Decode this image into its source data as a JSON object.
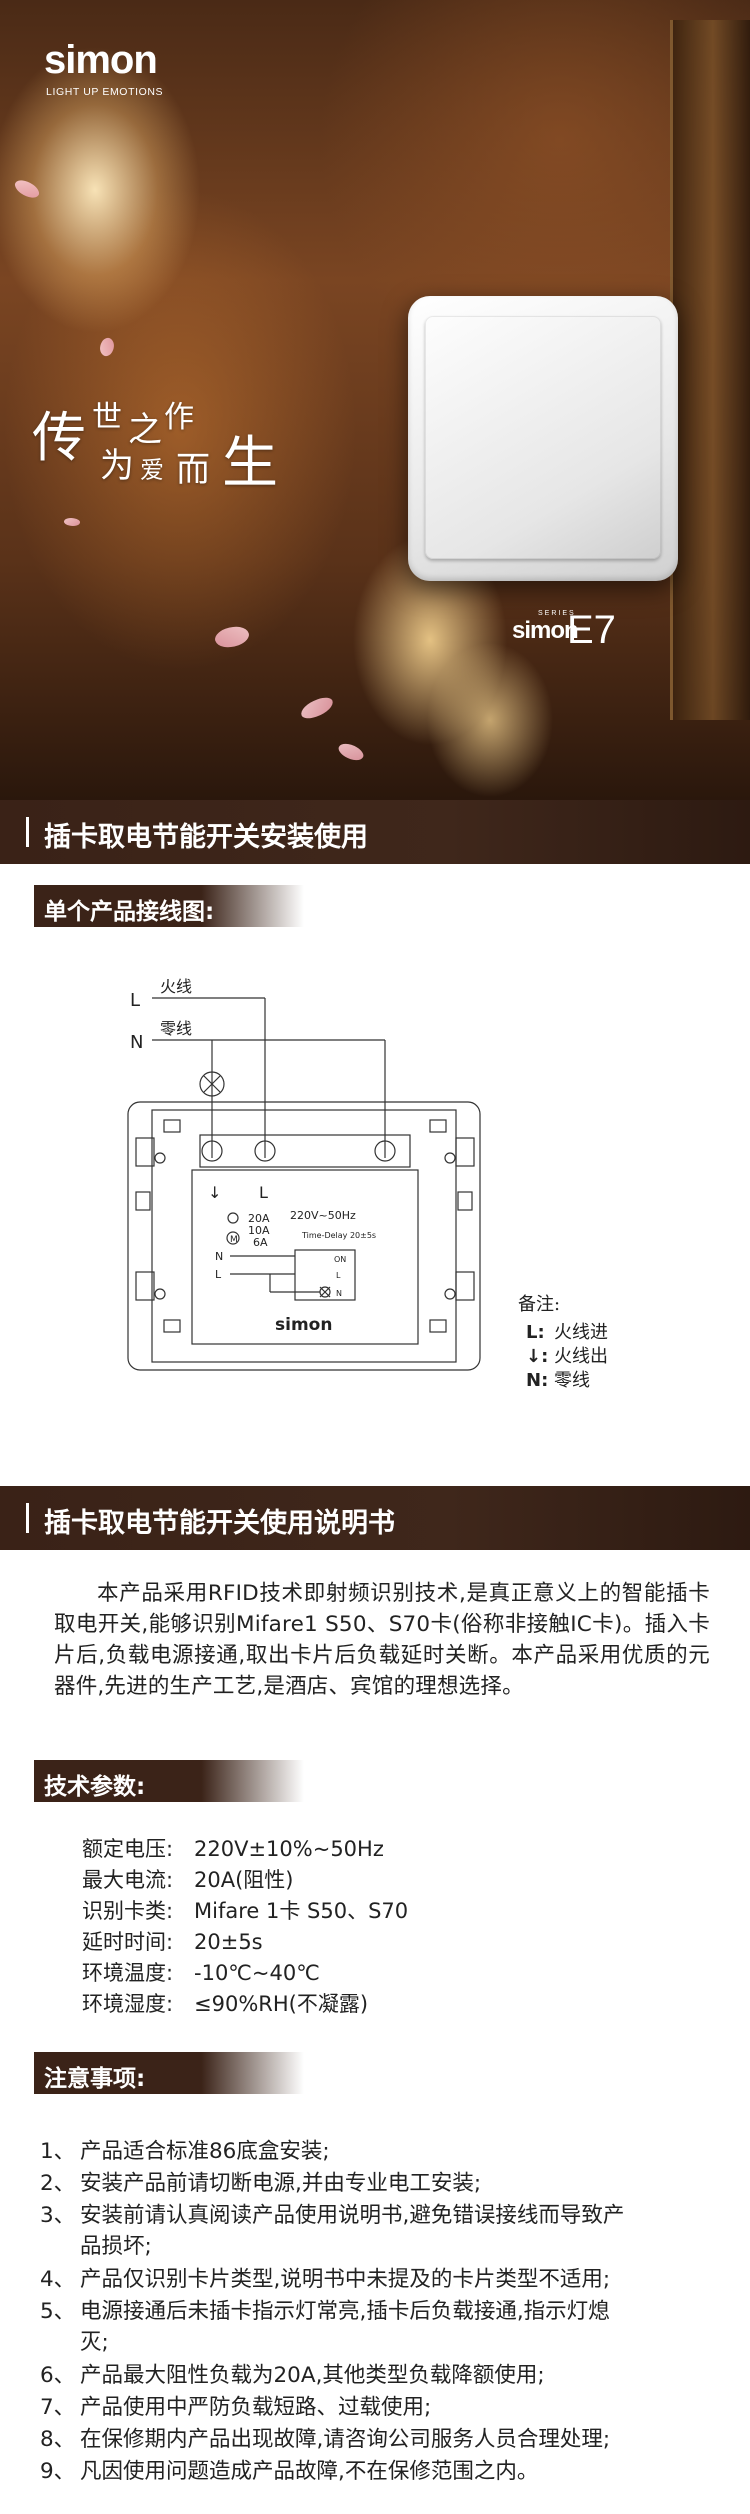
{
  "hero": {
    "brand": "simon",
    "tagline": "LIGHT UP EMOTIONS",
    "slogan": [
      "传",
      "世",
      "之",
      "作",
      "为",
      "爱",
      "而",
      "生"
    ],
    "series_word": "SERIES",
    "series_brand": "simon",
    "series_model": "E7"
  },
  "sections": {
    "install_title": "插卡取电节能开关安装使用",
    "manual_title": "插卡取电节能开关使用说明书"
  },
  "tags": {
    "wiring": "单个产品接线图:",
    "specs": "技术参数:",
    "notes": "注意事项:"
  },
  "diagram": {
    "live_letter": "L",
    "live_label": "火线",
    "neutral_letter": "N",
    "neutral_label": "零线",
    "terminal_out": "↓",
    "terminal_l": "L",
    "rating_voltage": "220V~50Hz",
    "rating_20a": "20A",
    "rating_10a": "10A",
    "rating_6a": "6A",
    "motor": "M",
    "time_delay": "Time-Delay 20±5s",
    "schem_n": "N",
    "schem_l": "L",
    "schem_on": "ON",
    "schem_l2": "L",
    "schem_n2": "N",
    "brand": "simon"
  },
  "legend": {
    "title": "备注:",
    "items": [
      {
        "symbol": "L:",
        "text": "火线进"
      },
      {
        "symbol": "↓:",
        "text": "火线出"
      },
      {
        "symbol": "N:",
        "text": "零线"
      }
    ]
  },
  "intro": "本产品采用RFID技术即射频识别技术,是真正意义上的智能插卡取电开关,能够识别Mifare1 S50、S70卡(俗称非接触IC卡)。插入卡片后,负载电源接通,取出卡片后负载延时关断。本产品采用优质的元器件,先进的生产工艺,是酒店、宾馆的理想选择。",
  "specs": [
    {
      "key": "额定电压:",
      "value": "220V±10%~50Hz"
    },
    {
      "key": "最大电流:",
      "value": "20A(阻性)"
    },
    {
      "key": "识别卡类:",
      "value": "Mifare 1卡 S50、S70"
    },
    {
      "key": "延时时间:",
      "value": "20±5s"
    },
    {
      "key": "环境温度:",
      "value": "-10℃~40℃"
    },
    {
      "key": "环境湿度:",
      "value": "≤90%RH(不凝露)"
    }
  ],
  "notes": [
    {
      "num": "1、",
      "text": "产品适合标准86底盒安装;",
      "cont": ""
    },
    {
      "num": "2、",
      "text": "安装产品前请切断电源,并由专业电工安装;",
      "cont": ""
    },
    {
      "num": "3、",
      "text": "安装前请认真阅读产品使用说明书,避免错误接线而导致产",
      "cont": "品损坏;"
    },
    {
      "num": "4、",
      "text": "产品仅识别卡片类型,说明书中未提及的卡片类型不适用;",
      "cont": ""
    },
    {
      "num": "5、",
      "text": "电源接通后未插卡指示灯常亮,插卡后负载接通,指示灯熄",
      "cont": "灭;"
    },
    {
      "num": "6、",
      "text": "产品最大阻性负载为20A,其他类型负载降额使用;",
      "cont": ""
    },
    {
      "num": "7、",
      "text": "产品使用中严防负载短路、过载使用;",
      "cont": ""
    },
    {
      "num": "8、",
      "text": "在保修期内产品出现故障,请咨询公司服务人员合理处理;",
      "cont": ""
    },
    {
      "num": "9、",
      "text": "凡因使用问题造成产品故障,不在保修范围之内。",
      "cont": ""
    }
  ]
}
